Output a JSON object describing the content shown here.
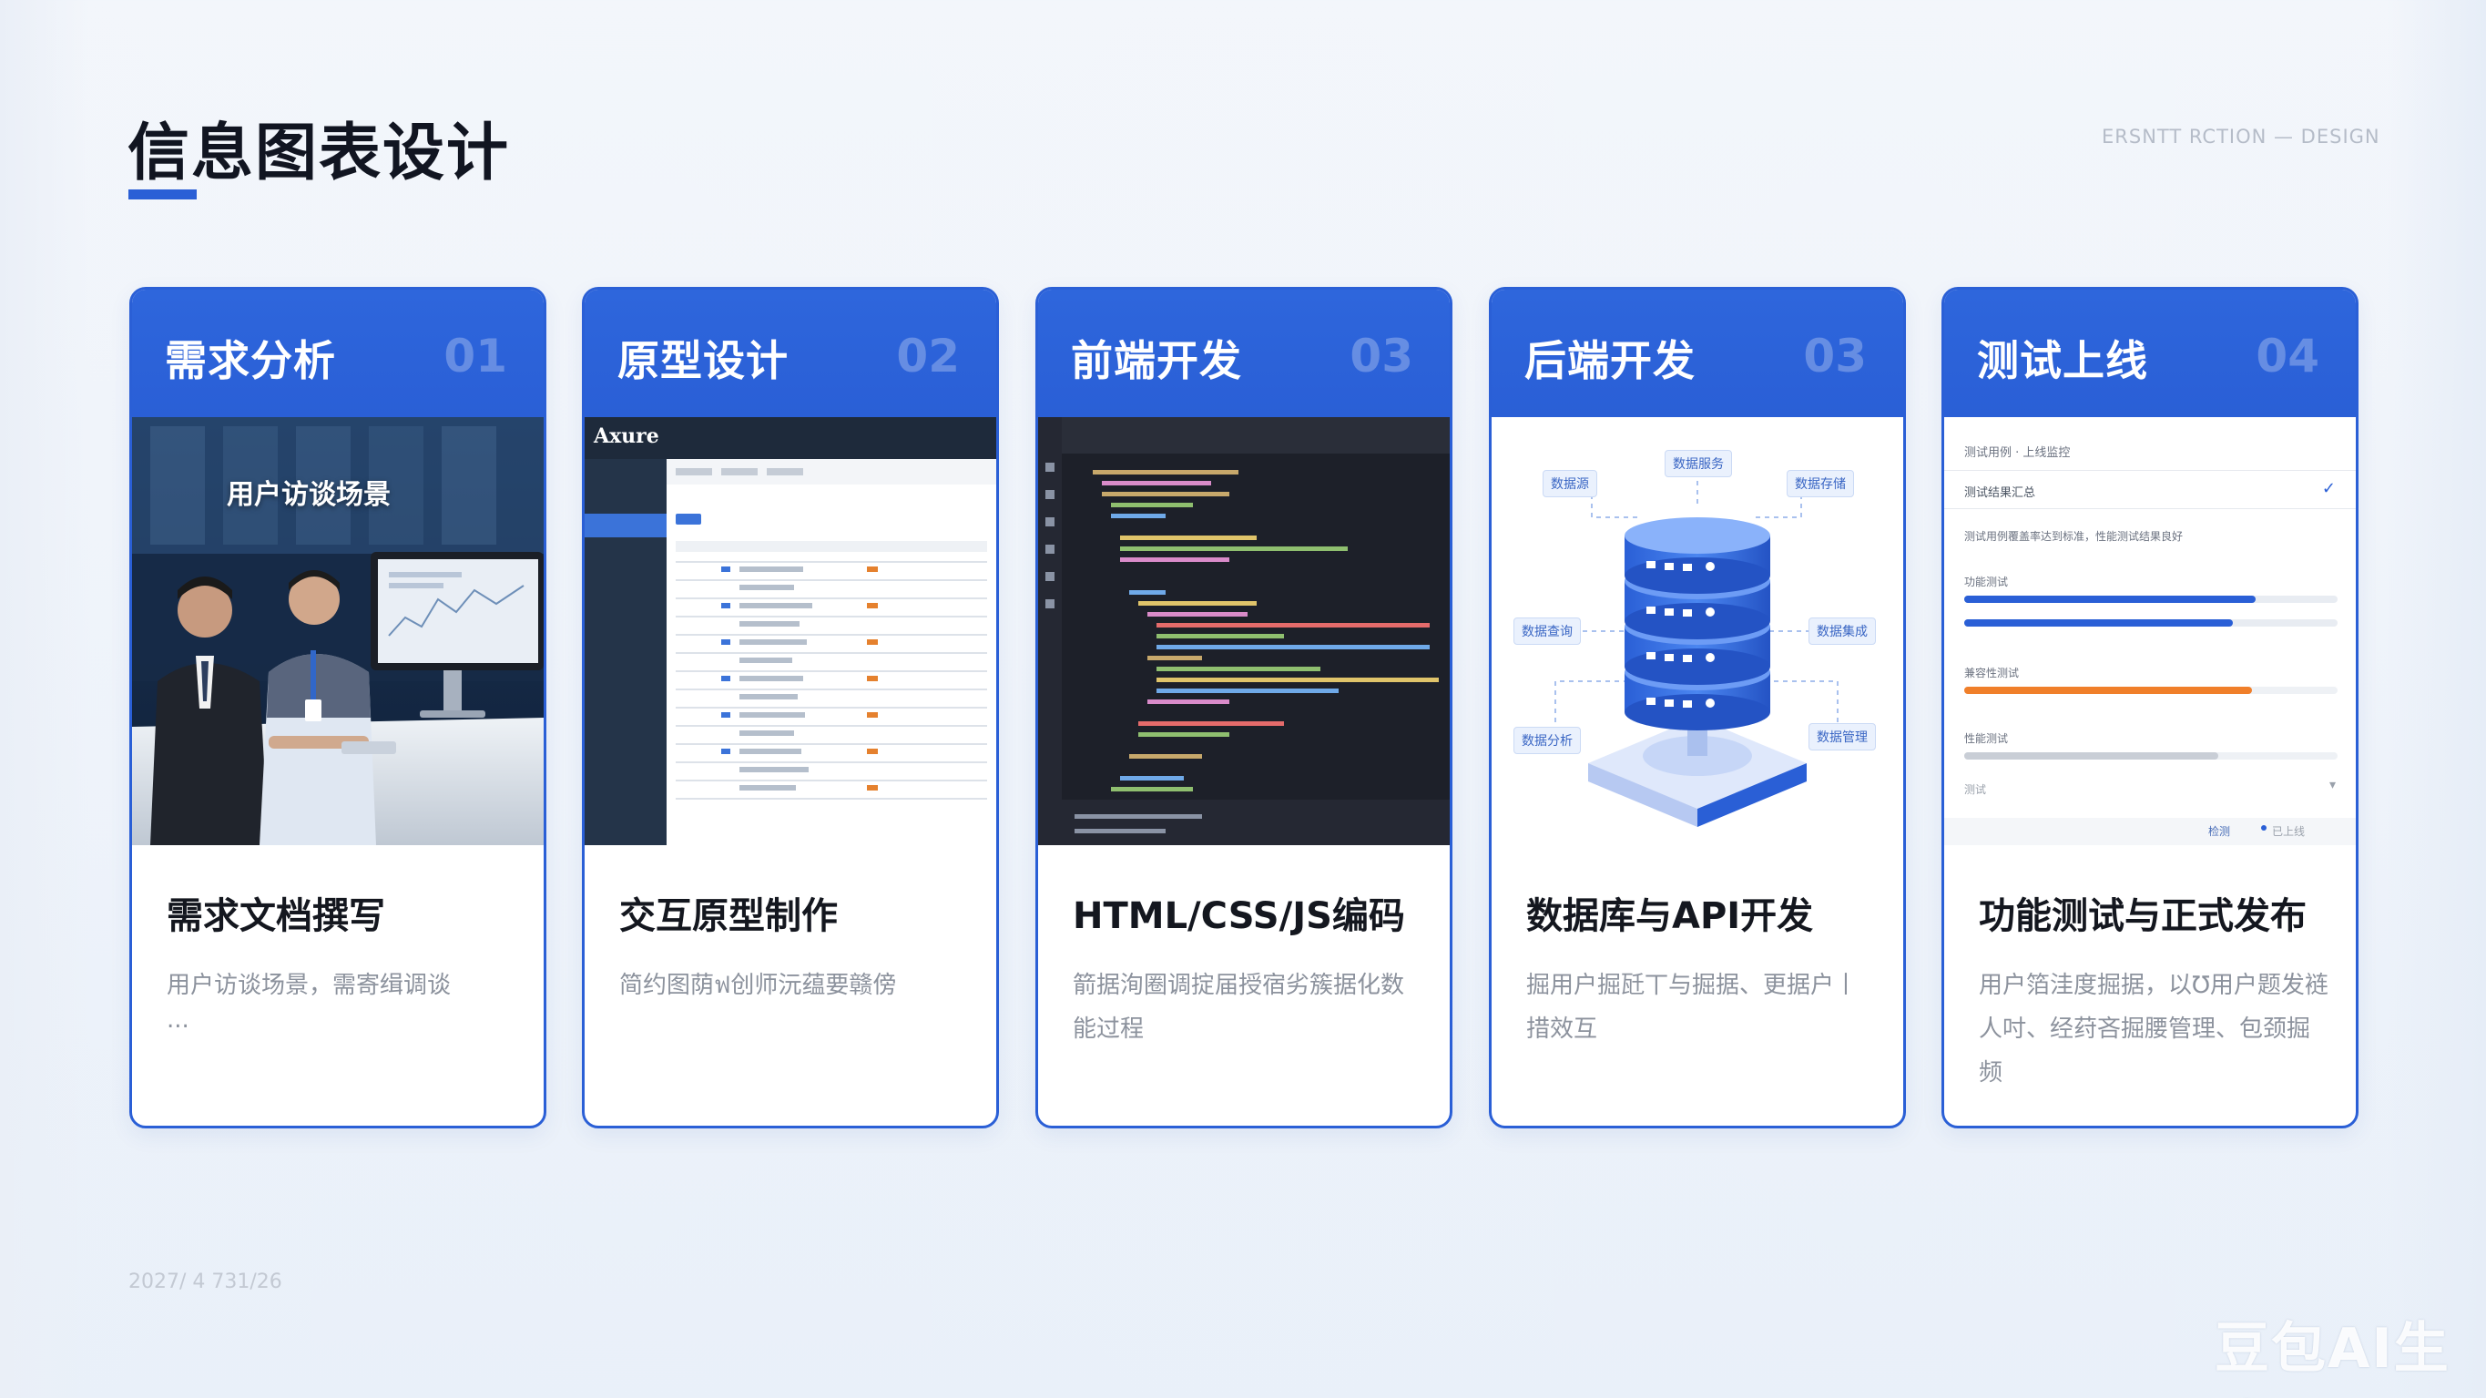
{
  "page": {
    "title": "信息图表设计",
    "top_right_label": "ERSNTT RCTION — DESIGN",
    "date": "2027/ 4 731/26",
    "watermark": "豆包AI生成",
    "accent_color": "#2a5fd6"
  },
  "cards": [
    {
      "head_title": "需求分析",
      "head_num": "01",
      "image_caption": "用户访谈场景",
      "image_desc": "photo-two-men-at-computer",
      "subtitle": "需求文档撰写",
      "desc": "用户访谈场景，需寄缉调谈",
      "desc_more": "..."
    },
    {
      "head_title": "原型设计",
      "head_num": "02",
      "image_desc": "axure-prototype-screenshot",
      "app_logo": "Axure",
      "subtitle": "交互原型制作",
      "desc": "简约图荫ฟ创师沅蕴要赣傍"
    },
    {
      "head_title": "前端开发",
      "head_num": "03",
      "image_desc": "code-editor-screenshot",
      "subtitle": "HTML/CSS/JS编码",
      "desc": "箭据洵圈调掟届授宿劣簇据化数能过程"
    },
    {
      "head_title": "后端开发",
      "head_num": "03",
      "image_desc": "database-illustration",
      "db_labels": [
        "数据服务",
        "数据源",
        "数据存储",
        "数据查询",
        "数据集成",
        "数据分析",
        "数据管理"
      ],
      "subtitle": "数据库与API开发",
      "desc": "掘用户掘瓩丅与掘据、更据户丨措效互"
    },
    {
      "head_title": "测试上线",
      "head_num": "04",
      "image_desc": "test-dashboard-screenshot",
      "panel": {
        "title": "测试用例 · 上线监控",
        "row1": "测试结果汇总",
        "row2": "测试用例覆盖率达到标准，性能测试结果良好",
        "bar1": "功能测试",
        "bar1_value": 0.78,
        "bar1b_value": 0.72,
        "bar2": "兼容性测试",
        "bar2_value": 0.77,
        "bar3": "性能测试",
        "bar3_value": 0.68,
        "row3": "测试",
        "footer_a": "检测",
        "footer_b": "已上线"
      },
      "subtitle": "功能测试与正式发布",
      "desc": "用户箔洼度掘据，以℧用户题发裢人吋、经荮吝掘腰管理、包颈掘频"
    }
  ]
}
